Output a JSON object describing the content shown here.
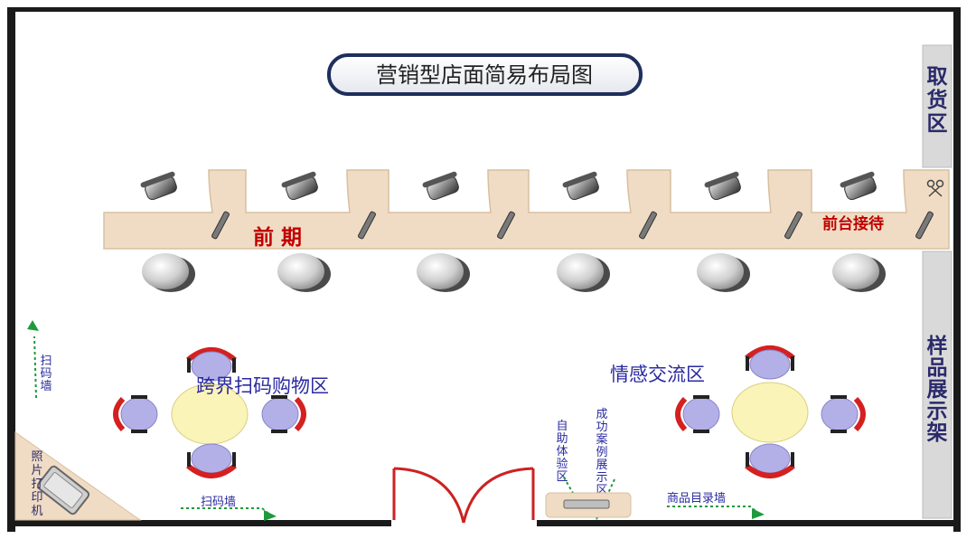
{
  "title": "营销型店面简易布局图",
  "colors": {
    "wall": "#1a1a1a",
    "counter": "#f0dcc4",
    "counter_edge": "#d8bfa0",
    "side_panel": "#d9d9d9",
    "title_border": "#1f2f5c",
    "red_text": "#c00000",
    "zone_text": "#2a2aa0",
    "arrow_green": "#1e9a3c",
    "table_fill": "#fbf4b8",
    "chair_fill": "#b3b0e8",
    "chair_back": "#d42020",
    "door": "#cc2222"
  },
  "zones": {
    "pickup": "取货区",
    "samples": "样品展示架",
    "front_period": "前 期",
    "reception": "前台接待",
    "cross_border": "跨界扫码购物区",
    "emotion": "情感交流区",
    "self_experience": "自助体验区",
    "success_cases": "成功案例展示区",
    "photo_printer": "照片打印机"
  },
  "walls": {
    "scan_wall_vertical": "扫码墙",
    "scan_wall_bottom": "扫码墙",
    "catalog_wall": "商品目录墙"
  },
  "icons": {
    "office_chair": "office-chair-icon",
    "stool": "round-stool-icon",
    "tablet": "tablet-icon",
    "round_table": "round-table-icon",
    "door": "double-door-icon",
    "arrow": "green-arrow-icon"
  }
}
